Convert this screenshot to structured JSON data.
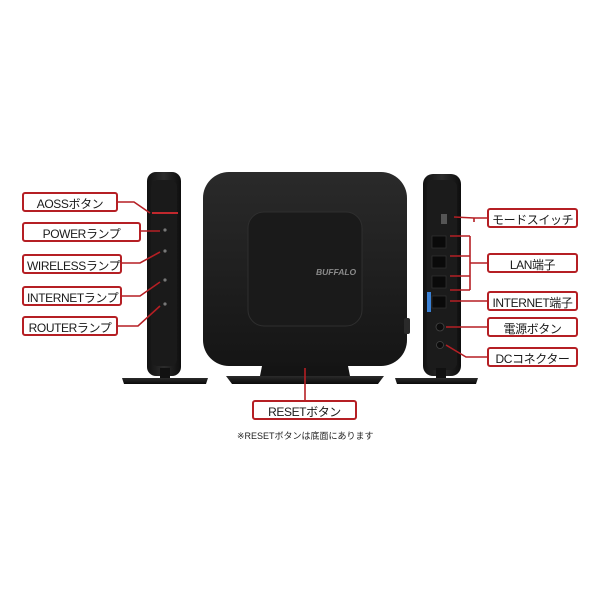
{
  "left_labels": {
    "aoss": "AOSSボタン",
    "power": "POWERランプ",
    "wireless": "WIRELESSランプ",
    "internet": "INTERNETランプ",
    "router": "ROUTERランプ"
  },
  "right_labels": {
    "mode_switch": "モードスイッチ",
    "lan": "LAN端子",
    "internet_port": "INTERNET端子",
    "power_button": "電源ボタン",
    "dc": "DCコネクター"
  },
  "reset": {
    "label": "RESETボタン",
    "note": "※RESETボタンは底面にあります"
  },
  "device": {
    "brand": "BUFFALO"
  },
  "colors": {
    "label_border": "#b51f24",
    "leader_line": "#b51f24",
    "device_body": "#1e1e1e",
    "internet_port_accent": "#3b82d6"
  }
}
